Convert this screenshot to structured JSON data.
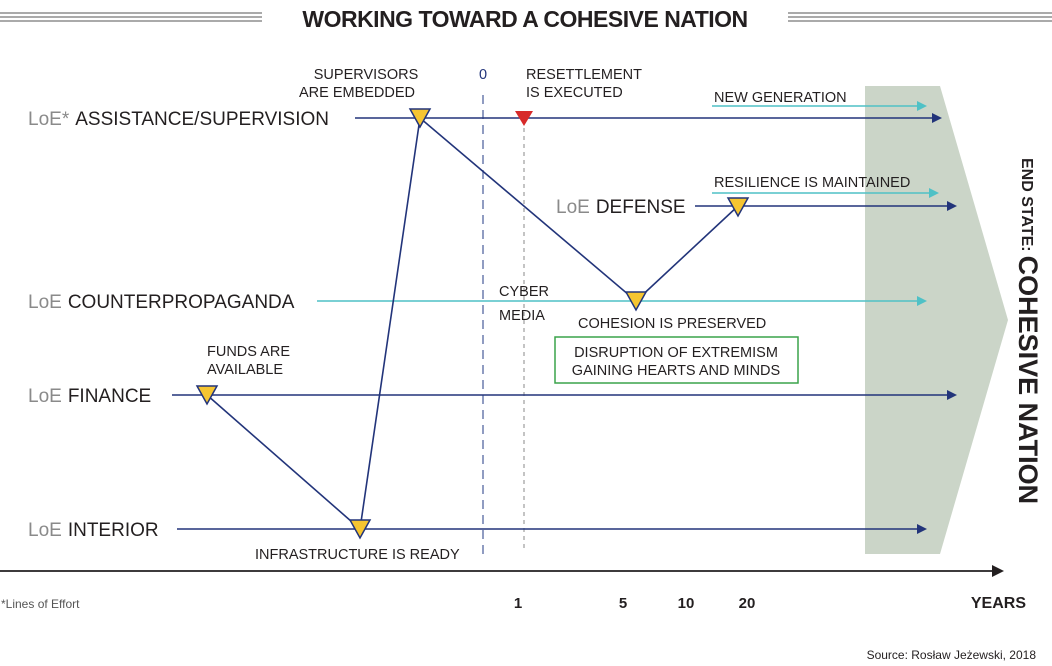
{
  "title": "WORKING TOWARD A COHESIVE NATION",
  "loe_prefix": "LoE",
  "loe_marker": "*",
  "lines": {
    "assistance": "ASSISTANCE/SUPERVISION",
    "defense": "DEFENSE",
    "counterpropaganda": "COUNTERPROPAGANDA",
    "finance": "FINANCE",
    "interior": "INTERIOR"
  },
  "milestones": {
    "supervisors": [
      "SUPERVISORS",
      "ARE EMBEDDED"
    ],
    "resettlement": [
      "RESETTLEMENT",
      "IS EXECUTED"
    ],
    "new_generation": "NEW GENERATION",
    "resilience": "RESILIENCE IS MAINTAINED",
    "cyber": "CYBER",
    "media": "MEDIA",
    "cohesion": "COHESION IS PRESERVED",
    "funds": [
      "FUNDS ARE",
      "AVAILABLE"
    ],
    "infrastructure": "INFRASTRUCTURE IS READY"
  },
  "box": [
    "DISRUPTION OF EXTREMISM",
    "GAINING HEARTS AND MINDS"
  ],
  "zero_label": "0",
  "ticks": [
    "1",
    "5",
    "10",
    "20"
  ],
  "axis_label": "YEARS",
  "footnote": "*Lines of Effort",
  "source": "Source: Rosław Jeżewski, 2018",
  "end_state_small": "END STATE:",
  "end_state_big": "COHESIVE NATION",
  "colors": {
    "navy": "#22347a",
    "teal": "#4fc1c6",
    "marker": "#f6c531",
    "red": "#d72a2a",
    "box": "#3aa34a",
    "band": "#cbd5c8"
  }
}
